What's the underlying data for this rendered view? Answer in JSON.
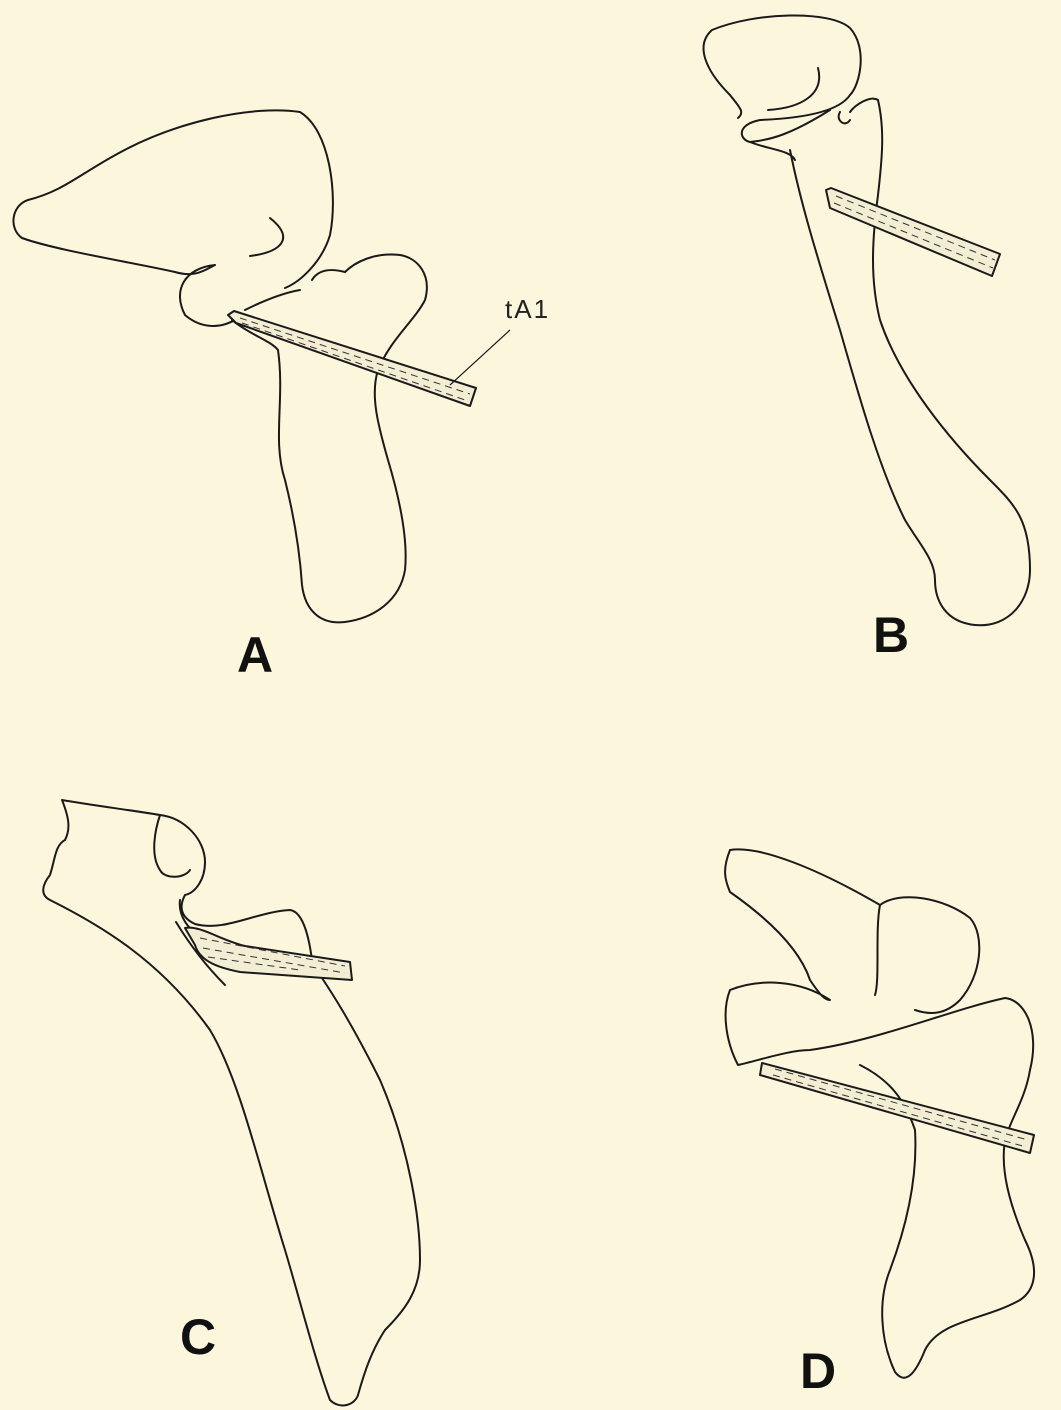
{
  "figure": {
    "panels": [
      {
        "id": "A",
        "label": "A"
      },
      {
        "id": "B",
        "label": "B"
      },
      {
        "id": "C",
        "label": "C"
      },
      {
        "id": "D",
        "label": "D"
      }
    ],
    "callouts": [
      {
        "panel": "A",
        "text": "tA1"
      }
    ],
    "colors": {
      "background": "#fbf6dc",
      "ink": "#1a1a1a"
    }
  }
}
